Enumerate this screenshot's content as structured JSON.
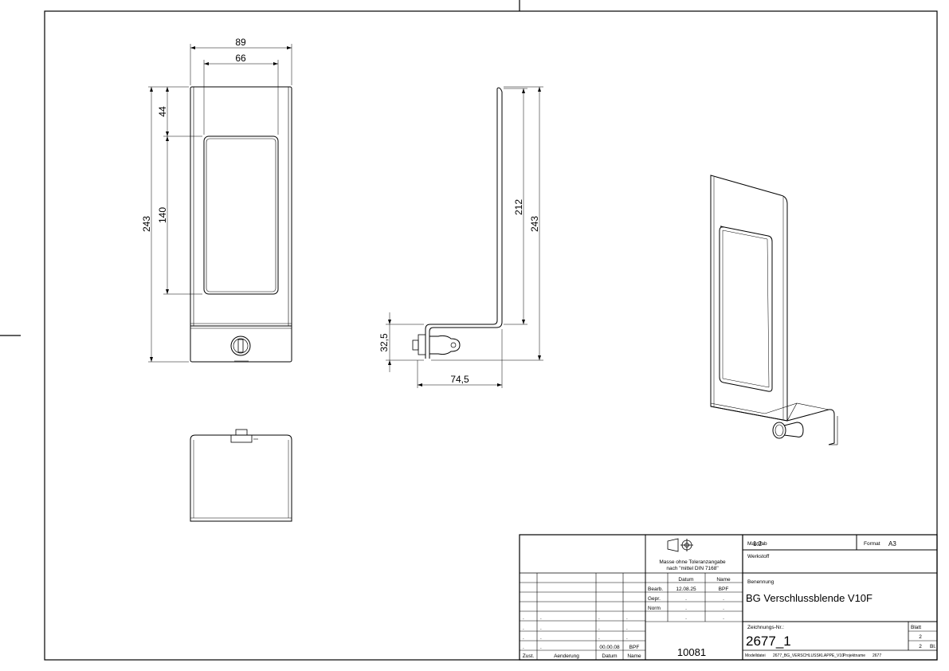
{
  "front_view": {
    "dim_width_outer": "89",
    "dim_width_inner": "66",
    "dim_height_total": "243",
    "dim_top_offset": "44",
    "dim_window_height": "140"
  },
  "side_view": {
    "dim_height_upper": "212",
    "dim_height_total": "243",
    "dim_depth": "74,5",
    "dim_base_height": "32,5"
  },
  "title_block": {
    "tolerance_line1": "Masse ohne Toleranzangabe",
    "tolerance_line2": "nach \"mittel DIN 7168\"",
    "col_datum": "Datum",
    "col_name": "Name",
    "row_bearb": "Bearb.",
    "bearb_datum": "12.08.25",
    "bearb_name": "BPF",
    "row_gepr": "Gepr.",
    "row_norm": "Norm",
    "dot": ".",
    "rev_datum": "00.00.08",
    "rev_name": "BPF",
    "footer_zust": "Zust.",
    "footer_aenderung": "Aenderung",
    "footer_datum": "Datum",
    "footer_name": "Name",
    "center_number": "10081",
    "massstab_label": "Masstab",
    "massstab_value": "1:2",
    "format_label": "Format",
    "format_value": "A3",
    "werkstoff_label": "Werkstoff",
    "benennung_label": "Benennung",
    "benennung_value": "BG Verschlussblende V10F",
    "zeichnungsnr_label": "Zeichnungs-Nr.:",
    "zeichnungsnr_value": "2677_1",
    "blatt_label": "Blatt",
    "blatt_value": "2",
    "blatt_total": "2",
    "blatt_unit": "Bl.",
    "modelldatei_label": "Modelldatei",
    "modelldatei_value": "2677_BG_VERSCHLUSSKLAPPE_V10",
    "projektname_label": "Projektname",
    "projektname_value": "2677"
  }
}
